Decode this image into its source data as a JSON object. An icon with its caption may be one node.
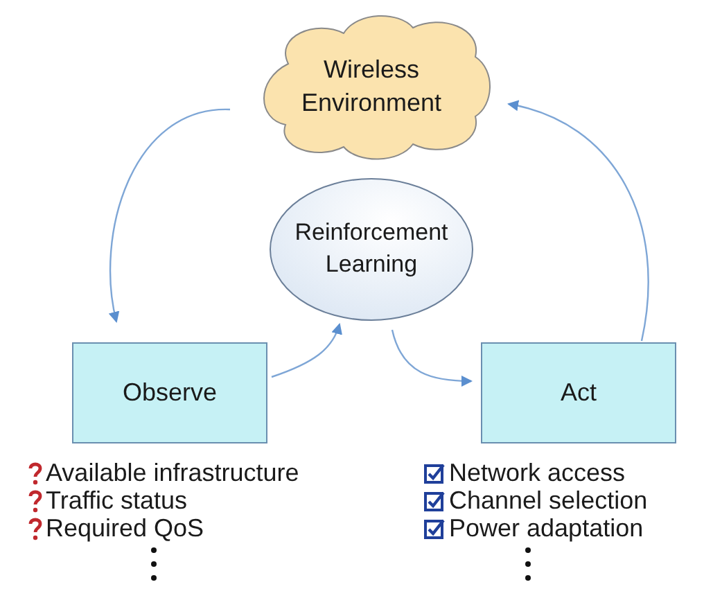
{
  "diagram": {
    "nodes": [
      {
        "text": [
          "Wireless Environment"
        ]
      },
      {
        "text": [
          "Reinforcement Learning"
        ]
      },
      {
        "text": [
          "Observe"
        ]
      },
      {
        "text": [
          "Act"
        ]
      }
    ],
    "edges": [
      {
        "from": 0,
        "to": 2,
        "arrow": "to"
      },
      {
        "from": 2,
        "to": 1,
        "arrow": "to"
      },
      {
        "from": 1,
        "to": 3,
        "arrow": "to"
      },
      {
        "from": 3,
        "to": 0,
        "arrow": "to"
      }
    ],
    "labels": [
      "Available infrastructure",
      "Traffic status",
      "Required QoS",
      "Network access",
      "Channel selection",
      "Power adaptation"
    ]
  }
}
